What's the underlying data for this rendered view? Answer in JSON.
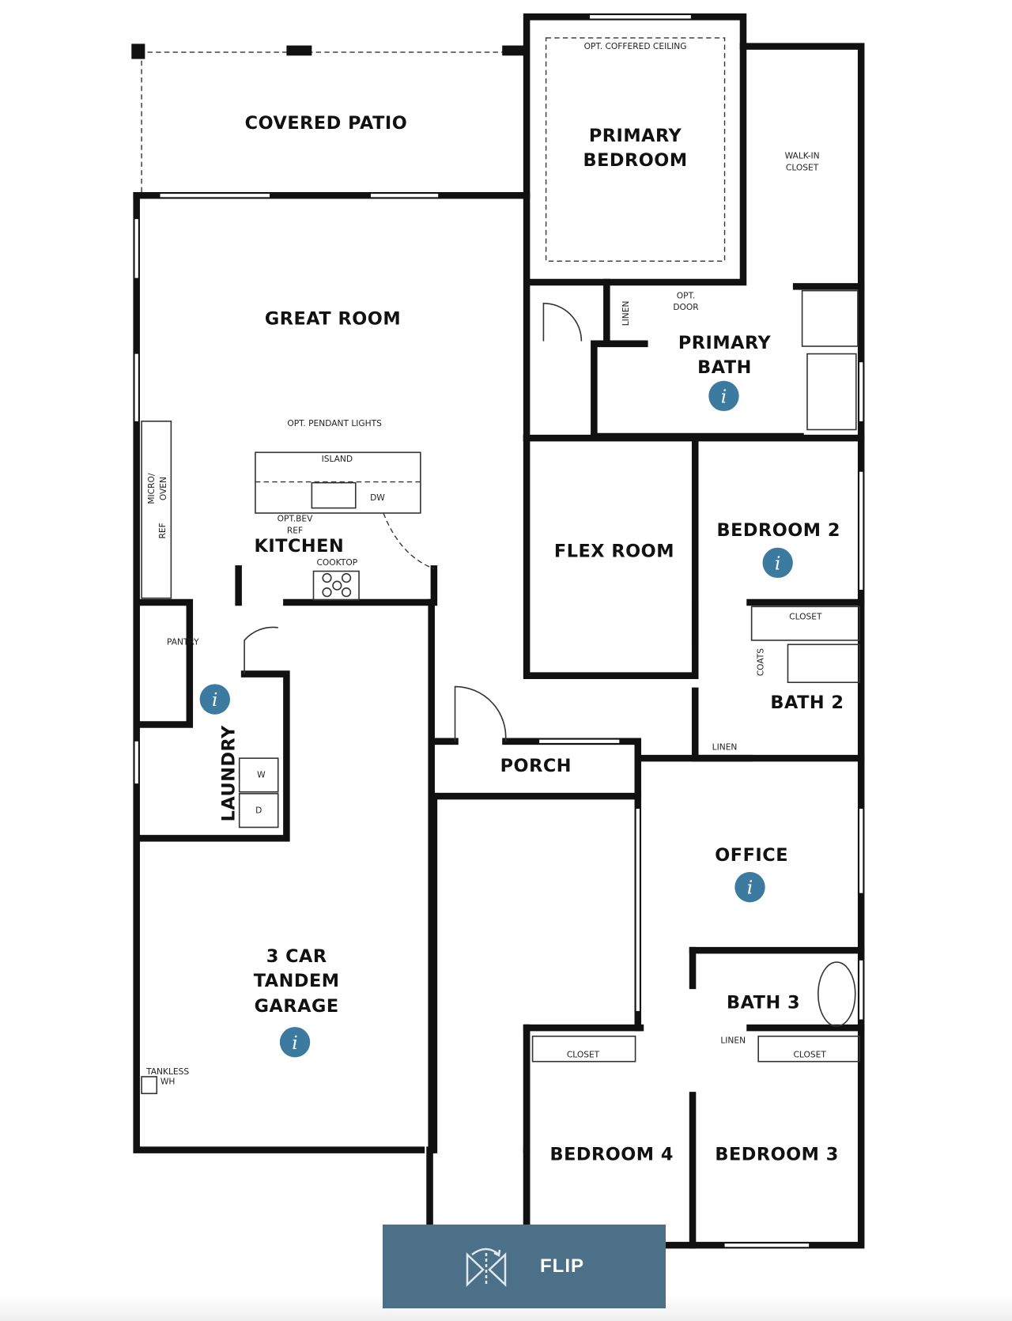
{
  "rooms": {
    "covered_patio": "COVERED PATIO",
    "primary_bedroom_1": "PRIMARY",
    "primary_bedroom_2": "BEDROOM",
    "great_room": "GREAT ROOM",
    "kitchen": "KITCHEN",
    "primary_bath_1": "PRIMARY",
    "primary_bath_2": "BATH",
    "flex_room": "FLEX ROOM",
    "bedroom_2": "BEDROOM 2",
    "bath_2": "BATH 2",
    "laundry": "LAUNDRY",
    "porch": "PORCH",
    "office": "OFFICE",
    "garage_1": "3 CAR",
    "garage_2": "TANDEM",
    "garage_3": "GARAGE",
    "bath_3": "BATH 3",
    "bedroom_4": "BEDROOM 4",
    "bedroom_3": "BEDROOM 3"
  },
  "labels": {
    "coffered": "OPT. COFFERED CEILING",
    "walkin_1": "WALK-IN",
    "walkin_2": "CLOSET",
    "linen": "LINEN",
    "opt_door_1": "OPT.",
    "opt_door_2": "DOOR",
    "pendant": "OPT. PENDANT LIGHTS",
    "island": "ISLAND",
    "dw": "DW",
    "bev_1": "OPT.BEV",
    "bev_2": "REF",
    "micro_1": "MICRO/",
    "micro_2": "OVEN",
    "ref": "REF",
    "cooktop": "COOKTOP",
    "pantry": "PANTRY",
    "washer": "W",
    "dryer": "D",
    "closet": "CLOSET",
    "coats": "COATS",
    "tankless_1": "TANKLESS",
    "tankless_2": "WH",
    "info": "i"
  },
  "flip_button": {
    "label": "FLIP",
    "icon": "flip-mirror-icon"
  },
  "colors": {
    "accent": "#4d7089",
    "info": "#3d7aa0",
    "wall": "#111111"
  }
}
